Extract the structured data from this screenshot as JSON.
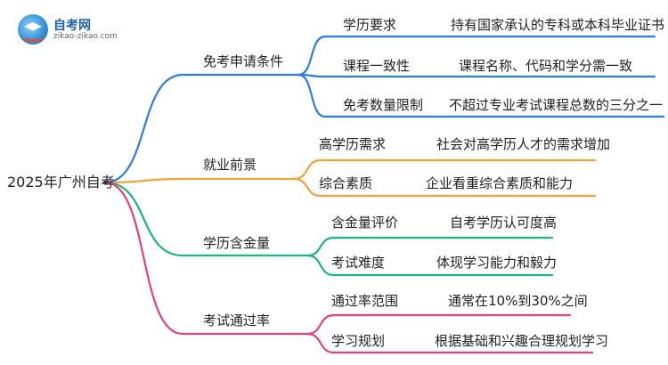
{
  "logo": {
    "name": "自考网",
    "url": "zikao-zikao.com"
  },
  "root": "2025年广州自考",
  "colors": {
    "blue": "#2d7de0",
    "orange": "#f0a33a",
    "green": "#1fb57a",
    "pink": "#e8407c"
  },
  "branches": [
    {
      "label": "免考申请条件",
      "color": "blue",
      "children": [
        {
          "label": "学历要求",
          "detail": "持有国家承认的专科或本科毕业证书"
        },
        {
          "label": "课程一致性",
          "detail": "课程名称、代码和学分需一致"
        },
        {
          "label": "免考数量限制",
          "detail": "不超过专业考试课程总数的三分之一"
        }
      ]
    },
    {
      "label": "就业前景",
      "color": "orange",
      "children": [
        {
          "label": "高学历需求",
          "detail": "社会对高学历人才的需求增加"
        },
        {
          "label": "综合素质",
          "detail": "企业看重综合素质和能力"
        }
      ]
    },
    {
      "label": "学历含金量",
      "color": "green",
      "children": [
        {
          "label": "含金量评价",
          "detail": "自考学历认可度高"
        },
        {
          "label": "考试难度",
          "detail": "体现学习能力和毅力"
        }
      ]
    },
    {
      "label": "考试通过率",
      "color": "pink",
      "children": [
        {
          "label": "通过率范围",
          "detail": "通常在10%到30%之间"
        },
        {
          "label": "学习规划",
          "detail": "根据基础和兴趣合理规划学习"
        }
      ]
    }
  ]
}
